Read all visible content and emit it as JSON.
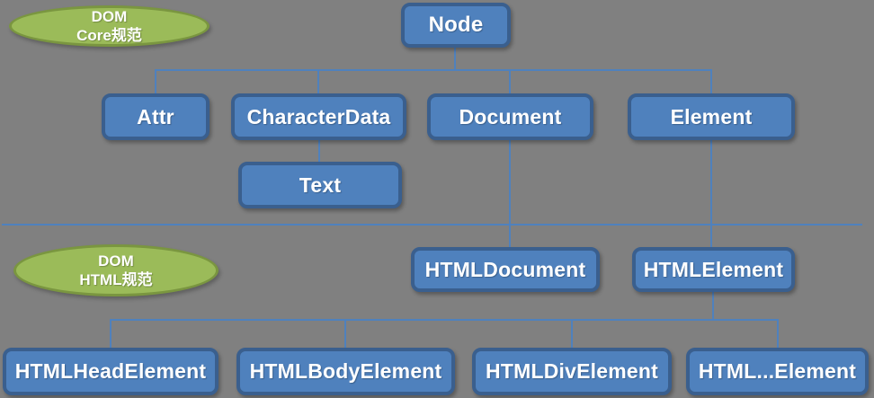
{
  "colors": {
    "background": "#808080",
    "box_fill": "#4F81BD",
    "box_border": "#3A5F8E",
    "connector": "#4F81BD",
    "divider": "#4F81BD",
    "ellipse_fill": "#9BBB59",
    "ellipse_border": "#7A9640",
    "text": "#FFFFFF"
  },
  "badges": {
    "core": {
      "line1": "DOM",
      "line2": "Core规范"
    },
    "html": {
      "line1": "DOM",
      "line2": "HTML规范"
    }
  },
  "nodes": {
    "node": "Node",
    "attr": "Attr",
    "character_data": "CharacterData",
    "document": "Document",
    "element": "Element",
    "text": "Text",
    "html_document": "HTMLDocument",
    "html_element": "HTMLElement",
    "html_head_element": "HTMLHeadElement",
    "html_body_element": "HTMLBodyElement",
    "html_div_element": "HTMLDivElement",
    "html_other_element": "HTML...Element"
  }
}
